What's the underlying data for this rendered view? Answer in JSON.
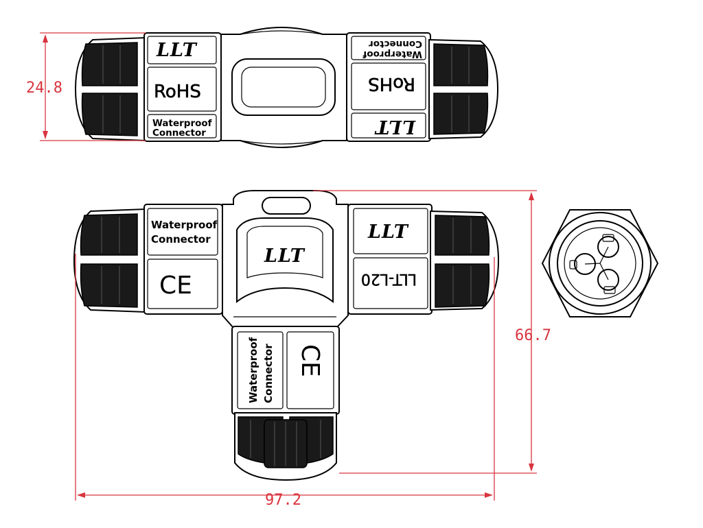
{
  "dimensions": {
    "top_height": "24.8",
    "total_height": "66.7",
    "total_width": "97.2"
  },
  "labels": {
    "brand": "LLT",
    "rohs": "RoHS",
    "waterproof": "Waterproof",
    "connector": "Connector",
    "model": "LLT-L20",
    "ce": "CE"
  },
  "colors": {
    "dimension": "#d9343f",
    "outline": "#000000",
    "nut": "#1a1a1a"
  }
}
